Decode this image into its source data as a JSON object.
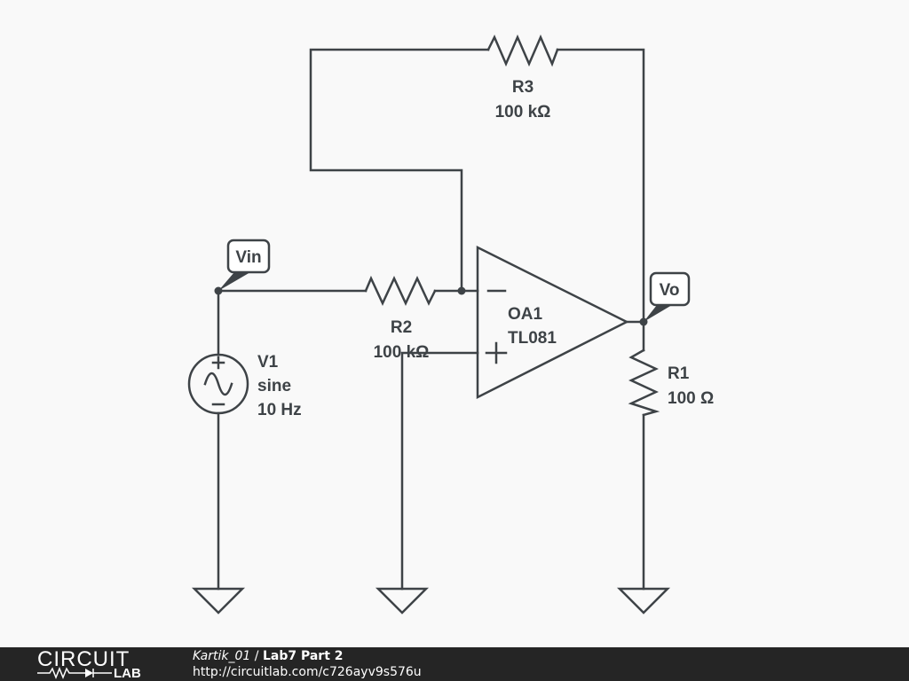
{
  "components": {
    "R3": {
      "name": "R3",
      "value": "100 kΩ"
    },
    "R2": {
      "name": "R2",
      "value": "100 kΩ"
    },
    "R1": {
      "name": "R1",
      "value": "100 Ω"
    },
    "V1": {
      "name": "V1",
      "type": "sine",
      "freq": "10 Hz"
    },
    "OA1": {
      "name": "OA1",
      "part": "TL081"
    }
  },
  "nodes": {
    "vin": "Vin",
    "vo": "Vo"
  },
  "footer": {
    "logo_top": "CIRCUIT",
    "logo_bottom": "LAB",
    "author": "Kartik_01",
    "separator": "/",
    "title": "Lab7 Part 2",
    "url": "http://circuitlab.com/c726ayv9s576u"
  }
}
